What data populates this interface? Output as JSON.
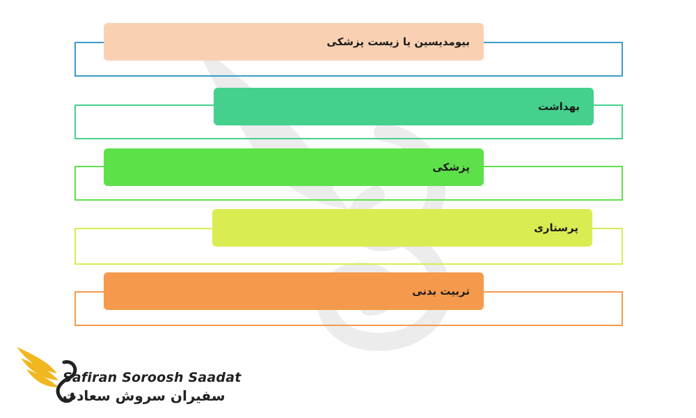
{
  "items": [
    {
      "label": "بیومدیسین یا زیست پزشکی",
      "fill": "#f9d1b2",
      "line": "#3a9bc9"
    },
    {
      "label": "بهداشت",
      "fill": "#45d08d",
      "line": "#45d08d"
    },
    {
      "label": "پزشکی",
      "fill": "#5ee04a",
      "line": "#5ee04a"
    },
    {
      "label": "پرستاری",
      "fill": "#d9ec52",
      "line": "#d9ec52"
    },
    {
      "label": "تربیت بدنی",
      "fill": "#f59a4c",
      "line": "#f59a4c"
    }
  ],
  "brand": {
    "name_en": "Safiran Soroosh Saadat",
    "name_fa": "سفیران سروش سعادت",
    "logo_icon": "winged-s-logo-icon",
    "logo_color": "#f1b71f"
  }
}
